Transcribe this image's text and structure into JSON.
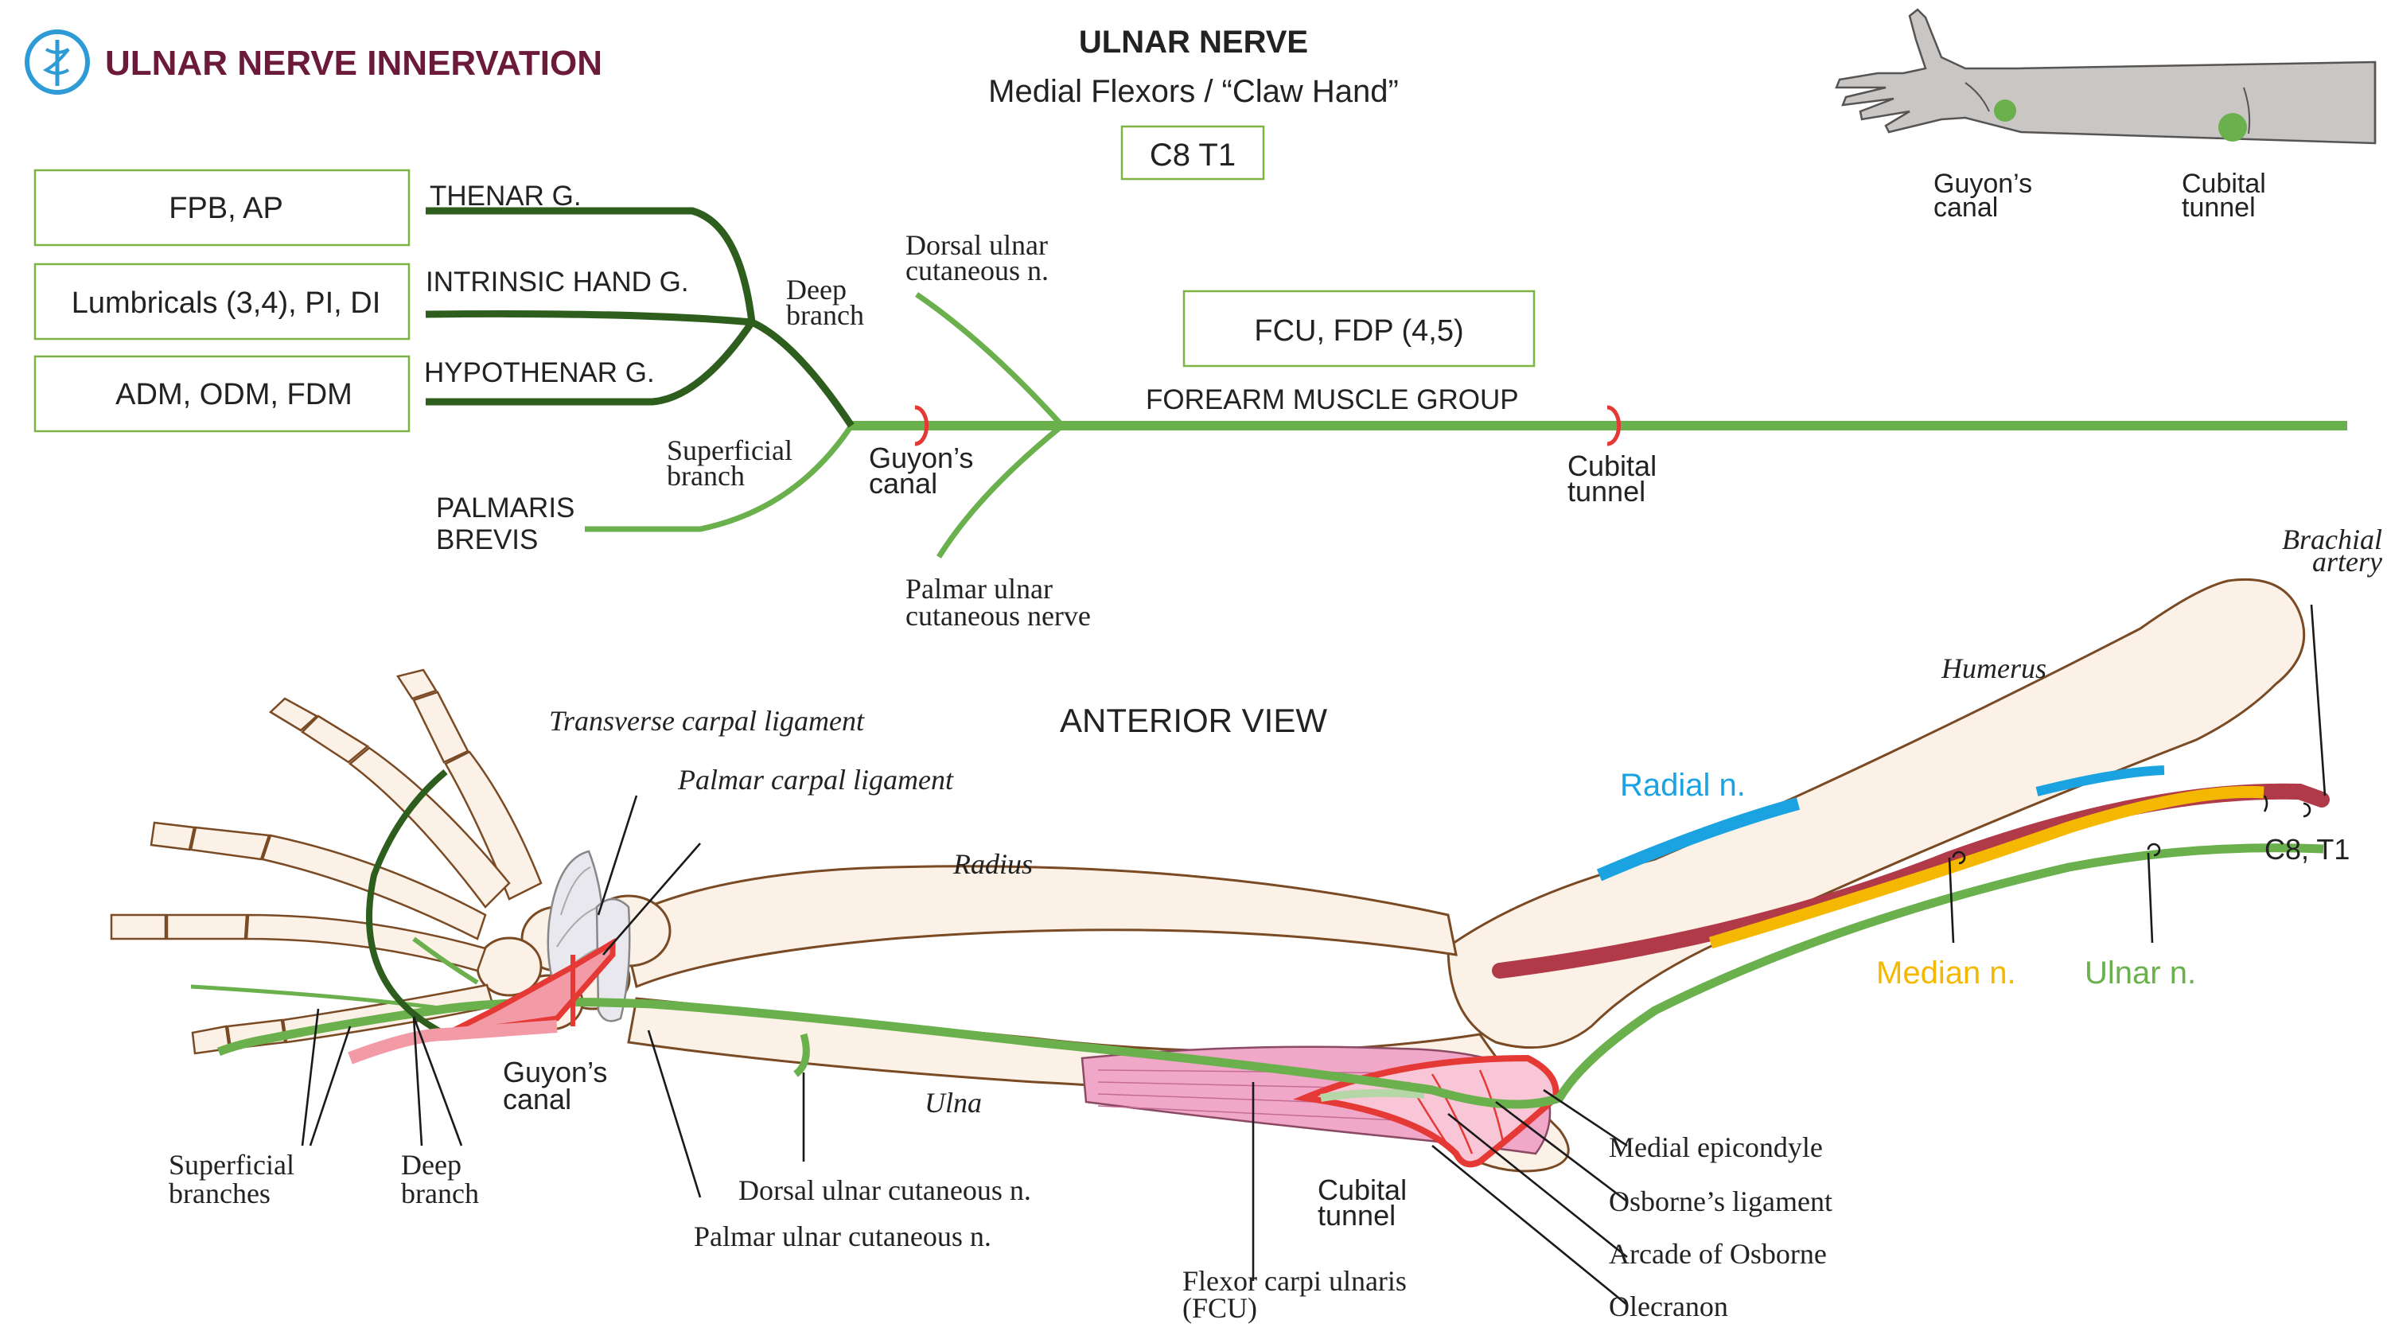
{
  "header": {
    "brand_title": "ULNAR NERVE INNERVATION",
    "diagram_title": "ULNAR NERVE",
    "subtitle": "Medial Flexors / “Claw Hand”",
    "roots": "C8  T1"
  },
  "schematic": {
    "boxes": {
      "thenar_muscles": "FPB, AP",
      "intrinsic_muscles": "Lumbricals (3,4), PI, DI",
      "hypothenar_muscles": "ADM, ODM, FDM",
      "forearm_muscles": "FCU, FDP (4,5)"
    },
    "groups": {
      "thenar": "THENAR G.",
      "intrinsic": "INTRINSIC HAND G.",
      "hypothenar": "HYPOTHENAR G.",
      "palmaris_line1": "PALMARIS",
      "palmaris_line2": "BREVIS",
      "forearm": "FOREARM MUSCLE GROUP"
    },
    "branches": {
      "deep_line1": "Deep",
      "deep_line2": "branch",
      "superficial_line1": "Superficial",
      "superficial_line2": "branch",
      "dorsal_line1": "Dorsal ulnar",
      "dorsal_line2": "cutaneous n.",
      "palmar_line1": "Palmar  ulnar",
      "palmar_line2": "cutaneous nerve"
    },
    "sites": {
      "guyon_line1": "Guyon’s",
      "guyon_line2": "canal",
      "cubital_line1": "Cubital",
      "cubital_line2": "tunnel"
    }
  },
  "inset": {
    "guyon_line1": "Guyon’s",
    "guyon_line2": "canal",
    "cubital_line1": "Cubital",
    "cubital_line2": "tunnel"
  },
  "anatomy": {
    "view_title": "ANTERIOR VIEW",
    "bones": {
      "humerus": "Humerus",
      "radius": "Radius",
      "ulna": "Ulna"
    },
    "ligaments": {
      "transverse_carpal": "Transverse carpal ligament",
      "palmar_carpal": "Palmar carpal ligament"
    },
    "vessels": {
      "brachial_line1": "Brachial",
      "brachial_line2": "artery"
    },
    "nerves": {
      "radial": "Radial n.",
      "median": "Median n.",
      "ulnar": "Ulnar n.",
      "roots": "C8, T1"
    },
    "labels": {
      "superficial_line1": "Superficial",
      "superficial_line2": "branches",
      "deep_line1": "Deep",
      "deep_line2": "branch",
      "guyon_line1": "Guyon’s",
      "guyon_line2": "canal",
      "dorsal_cutaneous": "Dorsal ulnar cutaneous n.",
      "palmar_cutaneous": "Palmar ulnar cutaneous n.",
      "cubital_line1": "Cubital",
      "cubital_line2": "tunnel",
      "fcu_line1": "Flexor carpi ulnaris",
      "fcu_line2": "(FCU)",
      "medial_epicondyle": "Medial epicondyle",
      "osborne_ligament": "Osborne’s ligament",
      "arcade_osborne": "Arcade of Osborne",
      "olecranon": "Olecranon"
    }
  },
  "colors": {
    "brand": "#6b1a3a",
    "logo": "#2f9bd6",
    "nerve_dark": "#2e5e1e",
    "nerve_light": "#6ab04c",
    "entrapment": "#e53935",
    "radial": "#1aa3e0",
    "median": "#f5b800",
    "artery": "#b03a48",
    "muscle": "#f1a7c8"
  }
}
